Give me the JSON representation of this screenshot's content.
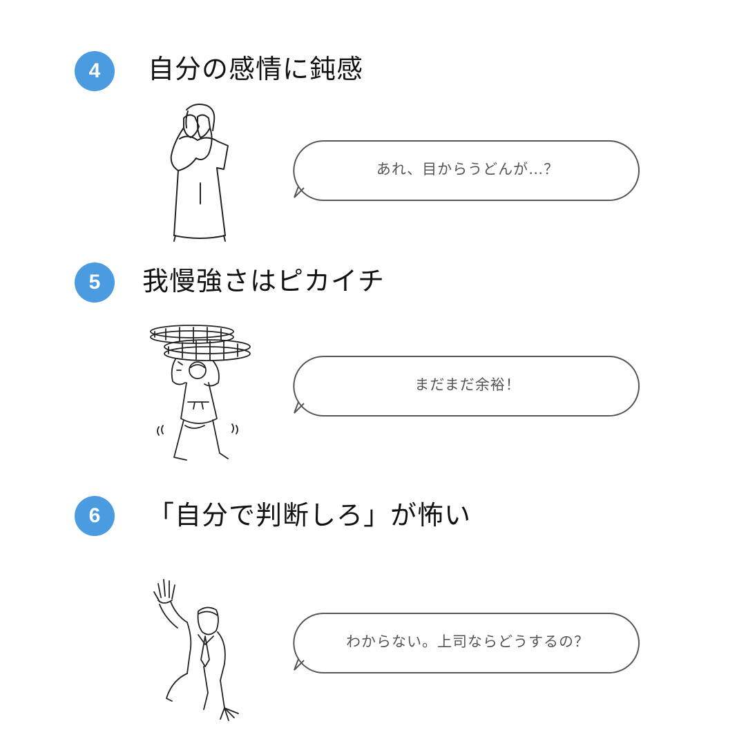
{
  "sections": [
    {
      "number": "4",
      "title": "自分の感情に鈍感",
      "speech": "あれ、目からうどんが…？",
      "illustration_icon": "man-covering-eyes-icon"
    },
    {
      "number": "5",
      "title": "我慢強さはピカイチ",
      "speech": "まだまだ余裕！",
      "illustration_icon": "woman-lifting-coins-icon"
    },
    {
      "number": "6",
      "title": "「自分で判断しろ」が怖い",
      "speech": "わからない。上司ならどうするの？",
      "illustration_icon": "businessman-reaching-icon"
    }
  ],
  "colors": {
    "badge": "#4a9be0",
    "bubble_stroke": "#555555",
    "text": "#111111"
  }
}
